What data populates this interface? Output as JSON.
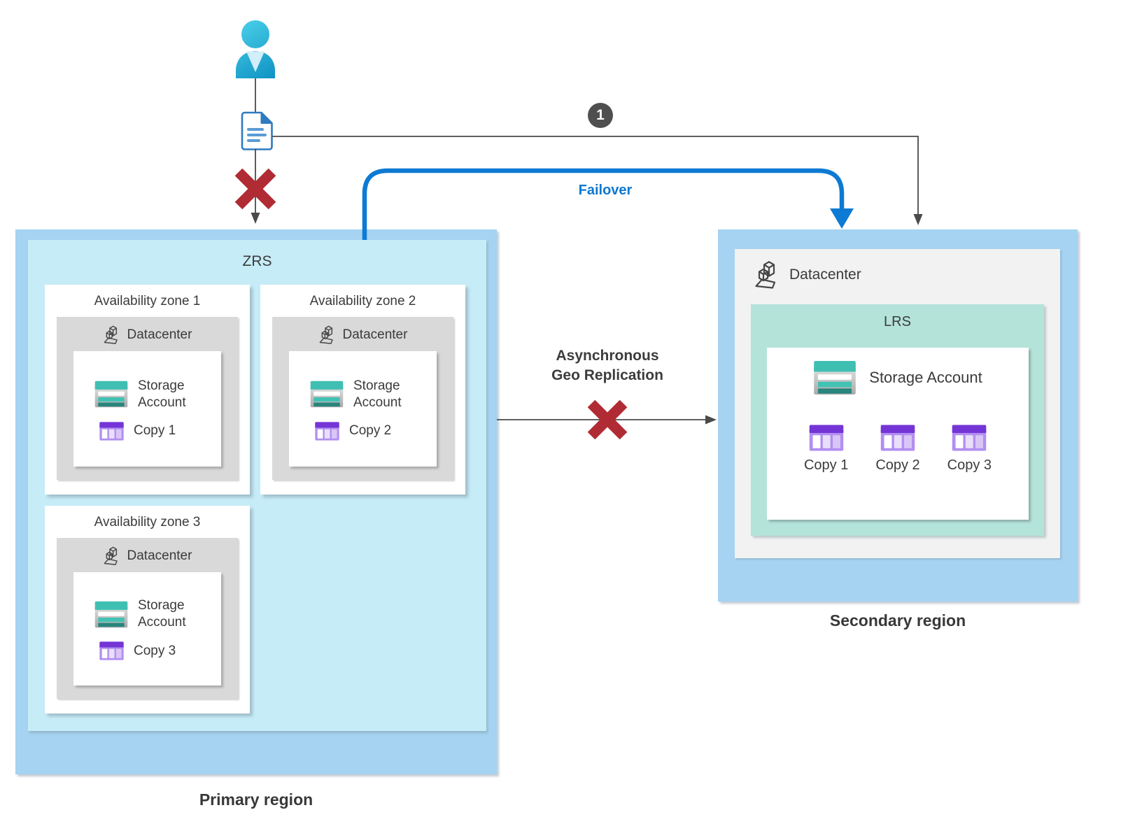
{
  "connections": {
    "badge_label": "1",
    "failover_label": "Failover",
    "async_label_line1": "Asynchronous",
    "async_label_line2": "Geo Replication"
  },
  "labels": {
    "storage_line1": "Storage",
    "storage_line2": "Account"
  },
  "primary": {
    "zrs_label": "ZRS",
    "caption": "Primary region",
    "zones": [
      {
        "title": "Availability zone 1",
        "datacenter_label": "Datacenter",
        "copy_label": "Copy 1"
      },
      {
        "title": "Availability zone 2",
        "datacenter_label": "Datacenter",
        "copy_label": "Copy 2"
      },
      {
        "title": "Availability zone 3",
        "datacenter_label": "Datacenter",
        "copy_label": "Copy 3"
      }
    ]
  },
  "secondary": {
    "datacenter_label": "Datacenter",
    "lrs_label": "LRS",
    "storage_label": "Storage Account",
    "copies": [
      {
        "label": "Copy 1"
      },
      {
        "label": "Copy 2"
      },
      {
        "label": "Copy 3"
      }
    ],
    "caption": "Secondary region"
  },
  "colors": {
    "region_fill": "#a5d3f1",
    "zrs_fill": "#c6ecf7",
    "lrs_fill": "#b4e3da",
    "zone_datacenter_fill": "#d9d9d9",
    "secondary_datacenter_fill": "#f2f2f2",
    "failover_blue": "#0d7ad3",
    "error_red": "#b02b33",
    "badge_gray": "#4f4f4f",
    "storage_teal": "#3fbfb2",
    "copy_purple": "#7435d6",
    "person_cyan": "#2cb9dd",
    "connector_gray": "#4a4a4a"
  },
  "icons": {
    "person-icon": "user silhouette",
    "document-icon": "document page with text lines",
    "datacenter-icon": "isometric datacenter blocks outline",
    "storage-account-icon": "teal striped storage account",
    "copy-table-icon": "purple table copy",
    "cross-icon": "red X failure mark",
    "failover-arrow": "thick blue elbow arrow",
    "number-badge": "dark circle step number"
  }
}
